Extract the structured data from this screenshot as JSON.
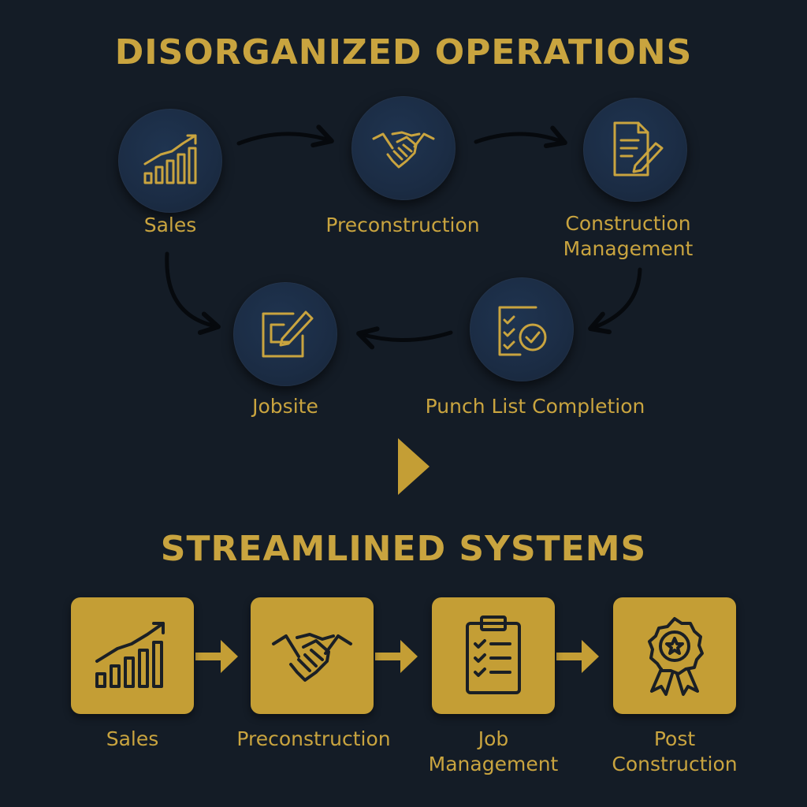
{
  "top_section": {
    "title": "DISORGANIZED OPERATIONS",
    "nodes": [
      {
        "label": "Sales",
        "icon": "bar-chart-growth-icon"
      },
      {
        "label": "Preconstruction",
        "icon": "handshake-icon"
      },
      {
        "label": "Construction\nManagement",
        "icon": "document-pencil-icon"
      },
      {
        "label": "Jobsite",
        "icon": "edit-square-icon"
      },
      {
        "label": "Punch List Completion",
        "icon": "checklist-check-icon"
      }
    ]
  },
  "bottom_section": {
    "title": "STREAMLINED SYSTEMS",
    "steps": [
      {
        "label": "Sales",
        "icon": "bar-chart-growth-icon"
      },
      {
        "label": "Preconstruction",
        "icon": "handshake-icon"
      },
      {
        "label": "Job\nManagement",
        "icon": "clipboard-checklist-icon"
      },
      {
        "label": "Post\nConstruction",
        "icon": "award-ribbon-icon"
      }
    ]
  },
  "colors": {
    "background": "#141c26",
    "gold": "#c9a43f",
    "circle": "#1b2c44",
    "tile": "#c49e35",
    "arrow_dark": "#0b0f14"
  }
}
